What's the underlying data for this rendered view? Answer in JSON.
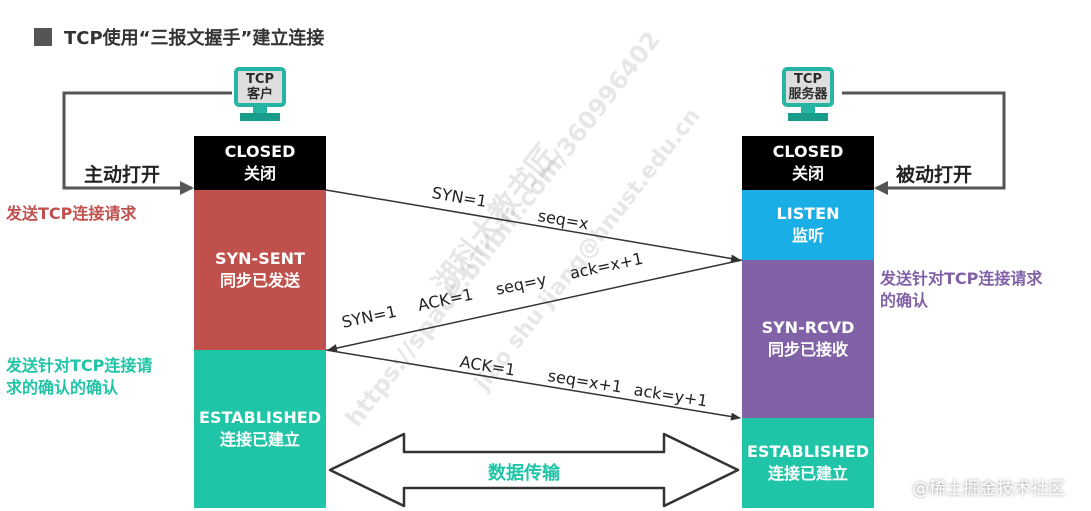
{
  "title": "TCP使用“三报文握手”建立连接",
  "client": {
    "computer_line1": "TCP",
    "computer_line2": "客户",
    "active_open": "主动打开",
    "request_note": "发送TCP连接请求",
    "ack_note_line1": "发送针对TCP连接请",
    "ack_note_line2": "求的确认的确认",
    "states": [
      {
        "en": "CLOSED",
        "zh": "关闭",
        "color": "#000000"
      },
      {
        "en": "SYN-SENT",
        "zh": "同步已发送",
        "color": "#bf504b"
      },
      {
        "en": "ESTABLISHED",
        "zh": "连接已建立",
        "color": "#20c4a6"
      }
    ]
  },
  "server": {
    "computer_line1": "TCP",
    "computer_line2": "服务器",
    "passive_open": "被动打开",
    "ack_note_line1": "发送针对TCP连接请求",
    "ack_note_line2": "的确认",
    "states": [
      {
        "en": "CLOSED",
        "zh": "关闭",
        "color": "#000000"
      },
      {
        "en": "LISTEN",
        "zh": "监听",
        "color": "#1aaee6"
      },
      {
        "en": "SYN-RCVD",
        "zh": "同步已接收",
        "color": "#8262a6"
      },
      {
        "en": "ESTABLISHED",
        "zh": "连接已建立",
        "color": "#20c4a6"
      }
    ]
  },
  "messages": {
    "m1_syn": "SYN=1",
    "m1_seq": "seq=x",
    "m2_syn": "SYN=1",
    "m2_ack_flag": "ACK=1",
    "m2_seq": "seq=y",
    "m2_ack": "ack=x+1",
    "m3_ack_flag": "ACK=1",
    "m3_seq": "seq=x+1",
    "m3_ack": "ack=y+1"
  },
  "data_transfer": "数据传输",
  "watermark": {
    "line1": "湖科大教书匠",
    "line2": "https://space.bilibili.com/360996402",
    "line3": "jiao shu jiang@hnust.edu.cn"
  },
  "footer_watermark": "@稀土掘金技术社区",
  "colors": {
    "request_note": "#c0504d",
    "client_ack_note": "#20c4a6",
    "server_ack_note": "#8262a6",
    "computer_frame": "#26b5a2"
  }
}
